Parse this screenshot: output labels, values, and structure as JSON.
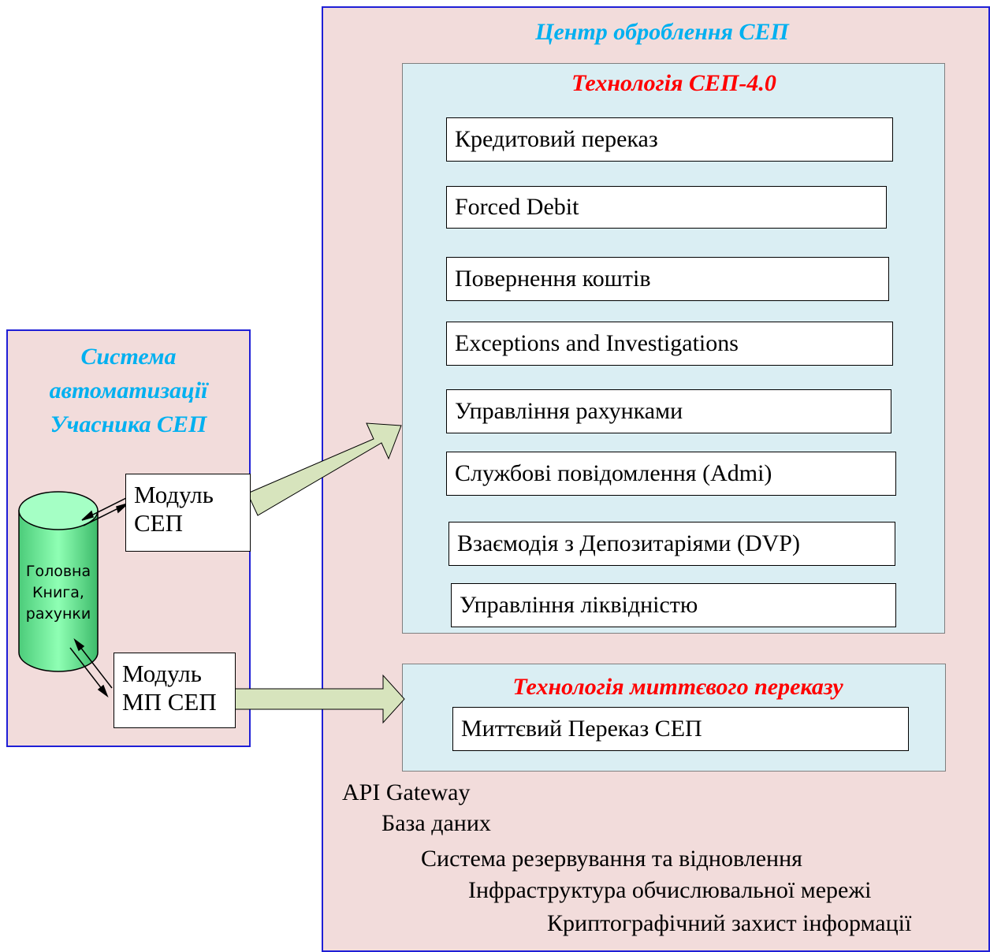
{
  "center": {
    "title": "Центр оброблення СЕП",
    "tech_sep": {
      "title": "Технологія СЕП-4.0",
      "items": [
        "Кредитовий переказ",
        "Forced Debit",
        "Повернення коштів",
        "Exceptions and Investigations",
        "Управління рахунками",
        "Службові повідомлення (Admi)",
        "Взаємодія з Депозитаріями (DVP)",
        "Управління ліквідністю"
      ]
    },
    "tech_instant": {
      "title": "Технологія миттєвого переказу",
      "items": [
        "Миттєвий Переказ СЕП"
      ]
    },
    "infrastructure": [
      "API Gateway",
      "База даних",
      "Система резервування та відновлення",
      "Інфраструктура обчислювальної мережі",
      "Криптографічний захист інформації"
    ]
  },
  "participant": {
    "title_lines": [
      "Система",
      "автоматизації",
      "Учасника СЕП"
    ],
    "database": {
      "label_lines": [
        "Головна",
        "Книга,",
        "рахунки"
      ]
    },
    "module_sep": {
      "label_lines": [
        "Модуль",
        "СЕП"
      ]
    },
    "module_mp": {
      "label_lines": [
        "Модуль",
        "МП СЕП"
      ]
    }
  },
  "colors": {
    "outer_fill": "#f2dcdb",
    "outer_border": "#1f1fd6",
    "inner_fill": "#daeef3",
    "title_cyan": "#00b0f0",
    "title_red": "#ff0000",
    "arrow_fill": "#d7e4bd",
    "cylinder_fill": "#66ff99"
  }
}
